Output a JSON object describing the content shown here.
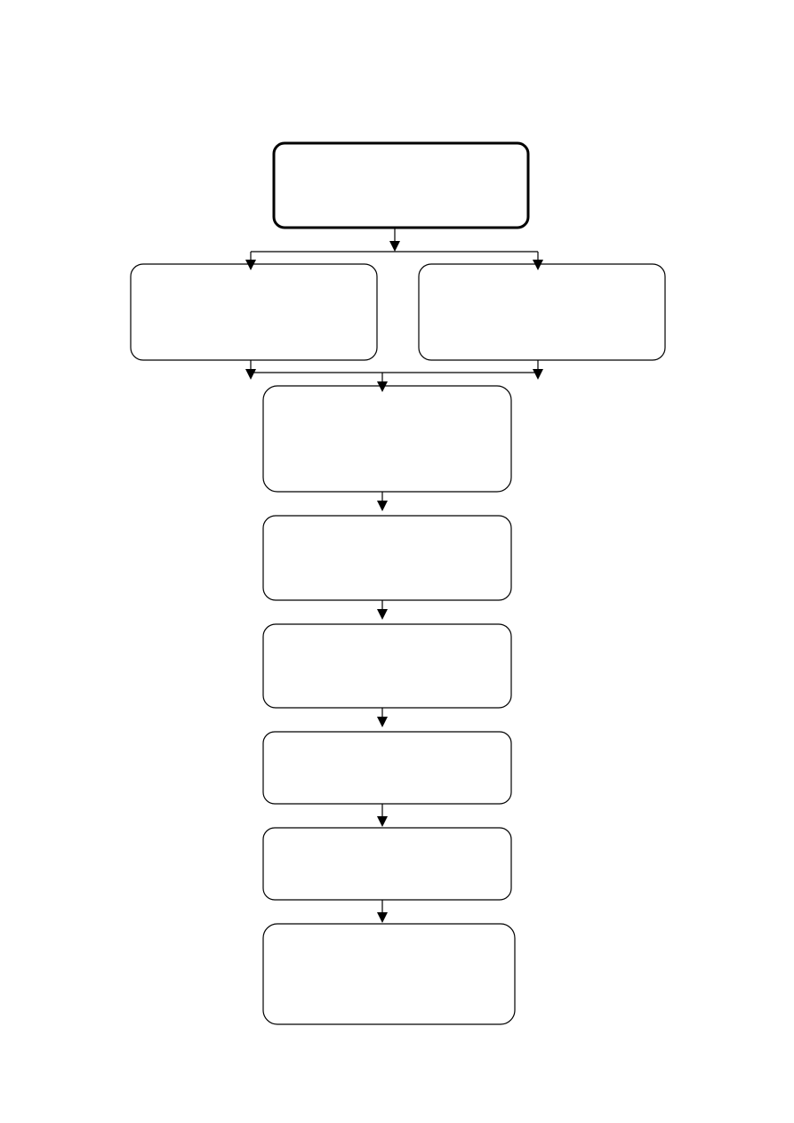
{
  "diagram": {
    "type": "flowchart",
    "nodes": [
      {
        "id": "start",
        "label": "",
        "emphasis": true
      },
      {
        "id": "branch-left",
        "label": ""
      },
      {
        "id": "branch-right",
        "label": ""
      },
      {
        "id": "step-1",
        "label": ""
      },
      {
        "id": "step-2",
        "label": ""
      },
      {
        "id": "step-3",
        "label": ""
      },
      {
        "id": "step-4",
        "label": ""
      },
      {
        "id": "step-5",
        "label": ""
      },
      {
        "id": "step-6",
        "label": ""
      }
    ],
    "edges": [
      {
        "from": "start",
        "to": "branch-left"
      },
      {
        "from": "start",
        "to": "branch-right"
      },
      {
        "from": "start",
        "to": "step-1"
      },
      {
        "from": "branch-left",
        "to": "step-1"
      },
      {
        "from": "branch-right",
        "to": "step-1"
      },
      {
        "from": "step-1",
        "to": "step-2"
      },
      {
        "from": "step-2",
        "to": "step-3"
      },
      {
        "from": "step-3",
        "to": "step-4"
      },
      {
        "from": "step-4",
        "to": "step-5"
      },
      {
        "from": "step-5",
        "to": "step-6"
      }
    ]
  }
}
